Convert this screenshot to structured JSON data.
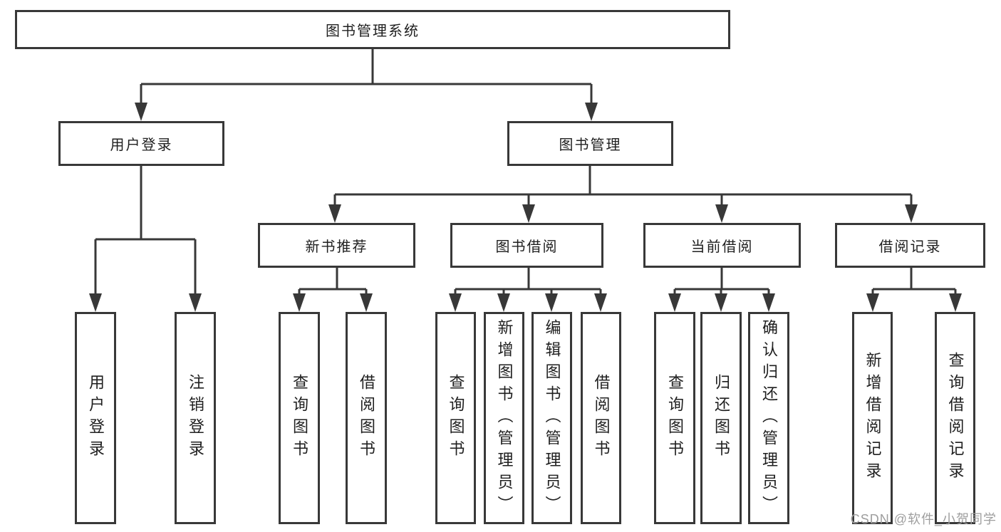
{
  "diagram": {
    "title_node": {
      "label": "图书管理系统"
    },
    "level2": [
      {
        "id": "user-login",
        "label": "用户登录"
      },
      {
        "id": "book-management",
        "label": "图书管理"
      }
    ],
    "level3": [
      {
        "id": "new-book-recommend",
        "label": "新书推荐"
      },
      {
        "id": "book-borrowing",
        "label": "图书借阅"
      },
      {
        "id": "current-borrowing",
        "label": "当前借阅"
      },
      {
        "id": "borrow-records",
        "label": "借阅记录"
      }
    ],
    "leaves": {
      "userLogin": "用户登录",
      "logout": "注销登录",
      "recQuery": "查询图书",
      "recBorrow": "借阅图书",
      "bbQuery": "查询图书",
      "bbAdd": "新增图书（管理员）",
      "bbEdit": "编辑图书（管理员）",
      "bbBorrow": "借阅图书",
      "cbQuery": "查询图书",
      "cbReturn": "归还图书",
      "cbConfirm": "确认归还（管理员）",
      "brAdd": "新增借阅记录",
      "brQuery": "查询借阅记录"
    },
    "colors": {
      "line": "#383838",
      "box_border": "#383838",
      "text": "#1f1f1f",
      "background": "#ffffff",
      "watermark": "#9e9e9e"
    },
    "watermark": "CSDN @软件_小贺同学"
  }
}
